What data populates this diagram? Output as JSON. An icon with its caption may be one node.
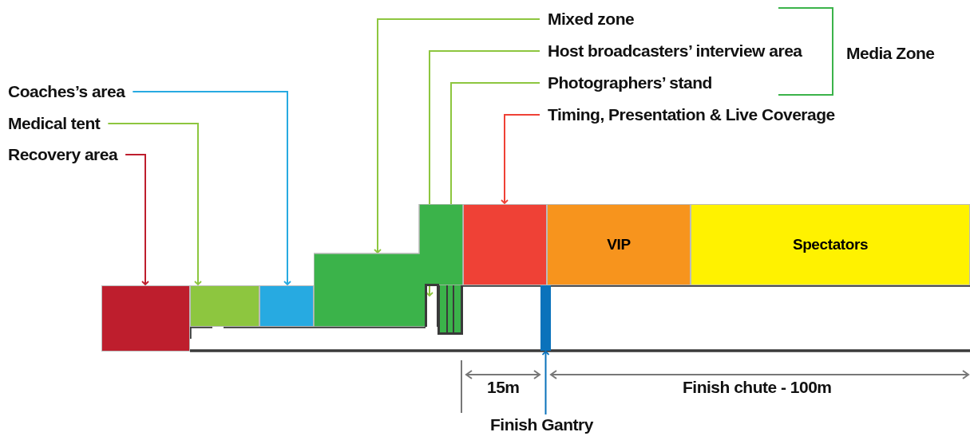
{
  "diagram": {
    "nodes": [
      {
        "text": [
          "Mixed zone"
        ]
      },
      {
        "text": [
          "Host broadcasters’ interview area"
        ]
      },
      {
        "text": [
          "Photographers’ stand"
        ]
      },
      {
        "text": [
          "Timing, Presentation & Live Coverage"
        ]
      },
      {
        "text": [
          "Coaches’s area"
        ]
      },
      {
        "text": [
          "Medical tent"
        ]
      },
      {
        "text": [
          "Recovery area"
        ]
      },
      {
        "text": [],
        "shape": "box"
      },
      {
        "text": [],
        "shape": "box"
      },
      {
        "text": [],
        "shape": "box"
      },
      {
        "text": [],
        "shape": "box"
      },
      {
        "text": [],
        "shape": "box"
      },
      {
        "text": [],
        "shape": "box"
      },
      {
        "text": [
          "VIP"
        ]
      },
      {
        "text": [
          "Spectators"
        ]
      },
      {
        "text": [],
        "shape": "bar"
      },
      {
        "text": [
          "Finish Gantry"
        ]
      },
      {
        "text": [],
        "shape": "box"
      }
    ],
    "edges": [
      {
        "from": 0,
        "to": 10,
        "arrow": "to"
      },
      {
        "from": 1,
        "to": 17,
        "arrow": "to"
      },
      {
        "from": 2,
        "to": 11,
        "arrow": "to"
      },
      {
        "from": 3,
        "to": 12,
        "arrow": "to",
        "color": "#ef4136"
      },
      {
        "from": 4,
        "to": 9,
        "arrow": "to",
        "color": "#27aae1"
      },
      {
        "from": 5,
        "to": 8,
        "arrow": "to"
      },
      {
        "from": 6,
        "to": 7,
        "arrow": "to",
        "color": "#be1e2d"
      },
      {
        "from": 16,
        "to": 15,
        "arrow": "to",
        "color": "#0a72bb"
      }
    ],
    "labels": [
      "Media Zone",
      "15m",
      "Finish chute - 100m"
    ]
  }
}
